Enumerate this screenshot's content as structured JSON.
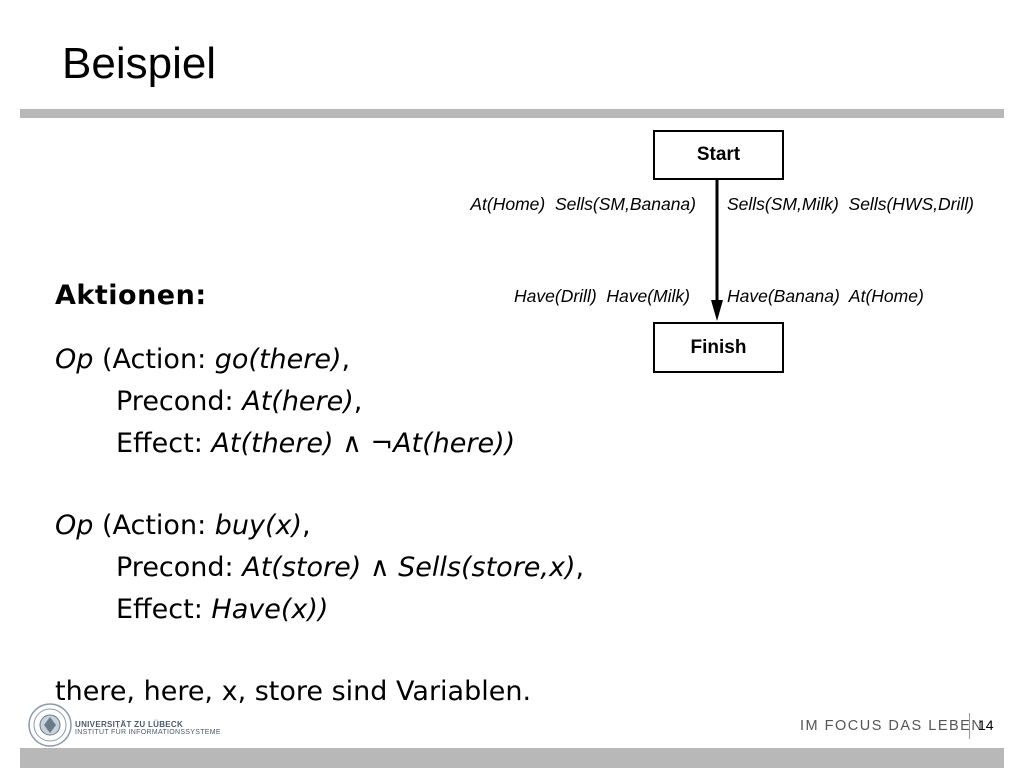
{
  "slide": {
    "title": "Beispiel",
    "page_number": "14"
  },
  "plan": {
    "start_label": "Start",
    "finish_label": "Finish",
    "start_effects_left": "At(Home)  Sells(SM,Banana)",
    "start_effects_right": "Sells(SM,Milk)  Sells(HWS,Drill)",
    "finish_preconds_left": "Have(Drill)  Have(Milk)",
    "finish_preconds_right": "Have(Banana)  At(Home)"
  },
  "actions": {
    "heading": "Aktionen:",
    "op1": {
      "op": "Op",
      "action_label": " (Action: ",
      "action": "go(there)",
      "action_end": ",",
      "precond_label": "Precond: ",
      "precond": "At(here)",
      "precond_end": ",",
      "effect_label": "Effect: ",
      "effect": "At(there) ∧ ¬At(here))"
    },
    "op2": {
      "op": "Op",
      "action_label": " (Action: ",
      "action": "buy(x)",
      "action_end": ",",
      "precond_label": "Precond: ",
      "precond": "At(store) ∧ Sells(store,x)",
      "precond_end": ",",
      "effect_label": "Effect: ",
      "effect": "Have(x))"
    },
    "variables_note": "there, here, x, store sind Variablen."
  },
  "footer": {
    "university": "UNIVERSITÄT ZU LÜBECK",
    "institute": "INSTITUT FÜR INFORMATIONSSYSTEME",
    "motto": "IM FOCUS DAS LEBEN",
    "logo_icon": "university-seal-icon"
  },
  "colors": {
    "rule": "#b8b8b8",
    "footer_text": "#4a5a6a"
  }
}
